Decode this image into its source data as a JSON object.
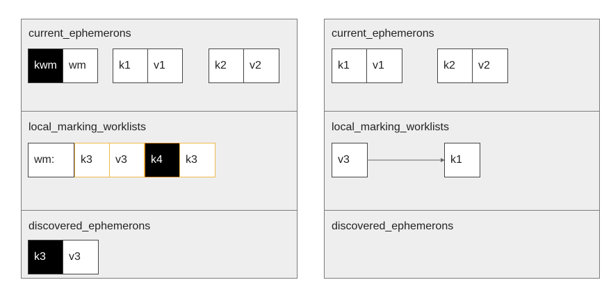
{
  "left_panel": {
    "current_ephemerons": {
      "title": "current_ephemerons",
      "pairs": [
        {
          "key": "kwm",
          "value": "wm"
        },
        {
          "key": "k1",
          "value": "v1"
        },
        {
          "key": "k2",
          "value": "v2"
        }
      ]
    },
    "local_marking_worklists": {
      "title": "local_marking_worklists",
      "label": "wm:",
      "items": [
        "k3",
        "v3",
        "k4",
        "k3"
      ]
    },
    "discovered_ephemerons": {
      "title": "discovered_ephemerons",
      "pair": {
        "key": "k3",
        "value": "v3"
      }
    }
  },
  "right_panel": {
    "current_ephemerons": {
      "title": "current_ephemerons",
      "pairs": [
        {
          "key": "k1",
          "value": "v1"
        },
        {
          "key": "k2",
          "value": "v2"
        }
      ]
    },
    "local_marking_worklists": {
      "title": "local_marking_worklists",
      "from": "v3",
      "to": "k1"
    },
    "discovered_ephemerons": {
      "title": "discovered_ephemerons"
    }
  },
  "colors": {
    "panel_bg": "#eeeeee",
    "border": "#7a7a7a",
    "highlight_black": "#000000",
    "worklist_orange": "#f0b94a",
    "arrow": "#666666"
  }
}
